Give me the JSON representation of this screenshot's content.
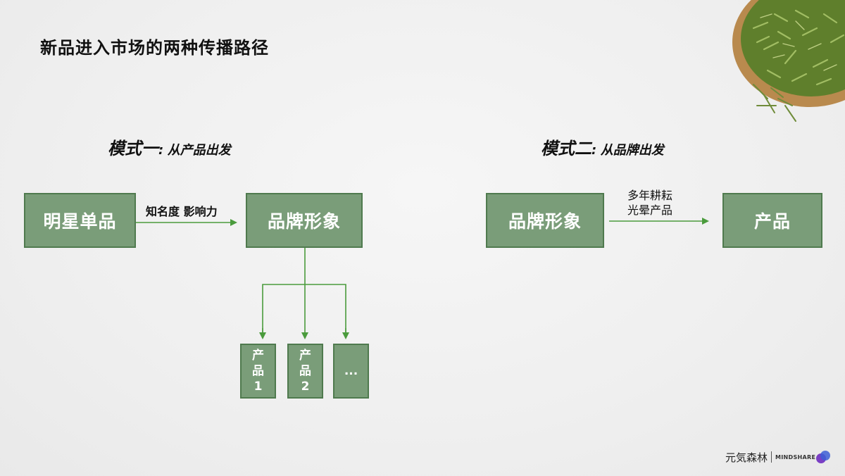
{
  "page": {
    "title": "新品进入市场的两种传播路径"
  },
  "mode1": {
    "title": "模式一",
    "colon": ":",
    "subtitle": "从产品出发",
    "source": "明星单品",
    "edge_label": "知名度  影响力",
    "target": "品牌形象",
    "products": [
      {
        "lines": [
          "产",
          "品",
          "1"
        ]
      },
      {
        "lines": [
          "产",
          "品",
          "2"
        ]
      },
      {
        "lines": [
          "..."
        ]
      }
    ]
  },
  "mode2": {
    "title": "模式二",
    "colon": ":",
    "subtitle": "从品牌出发",
    "source": "品牌形象",
    "edge_label_line1": "多年耕耘",
    "edge_label_line2": "光晕产品",
    "target": "产品"
  },
  "footer": {
    "brand": "元気森林",
    "partner": "MINDSHARE"
  },
  "colors": {
    "box_fill": "#7a9d79",
    "box_border": "#4f7a4e",
    "arrow": "#4a9b3c"
  },
  "icons": [
    "green-tea-bowl",
    "mindshare-logo"
  ]
}
